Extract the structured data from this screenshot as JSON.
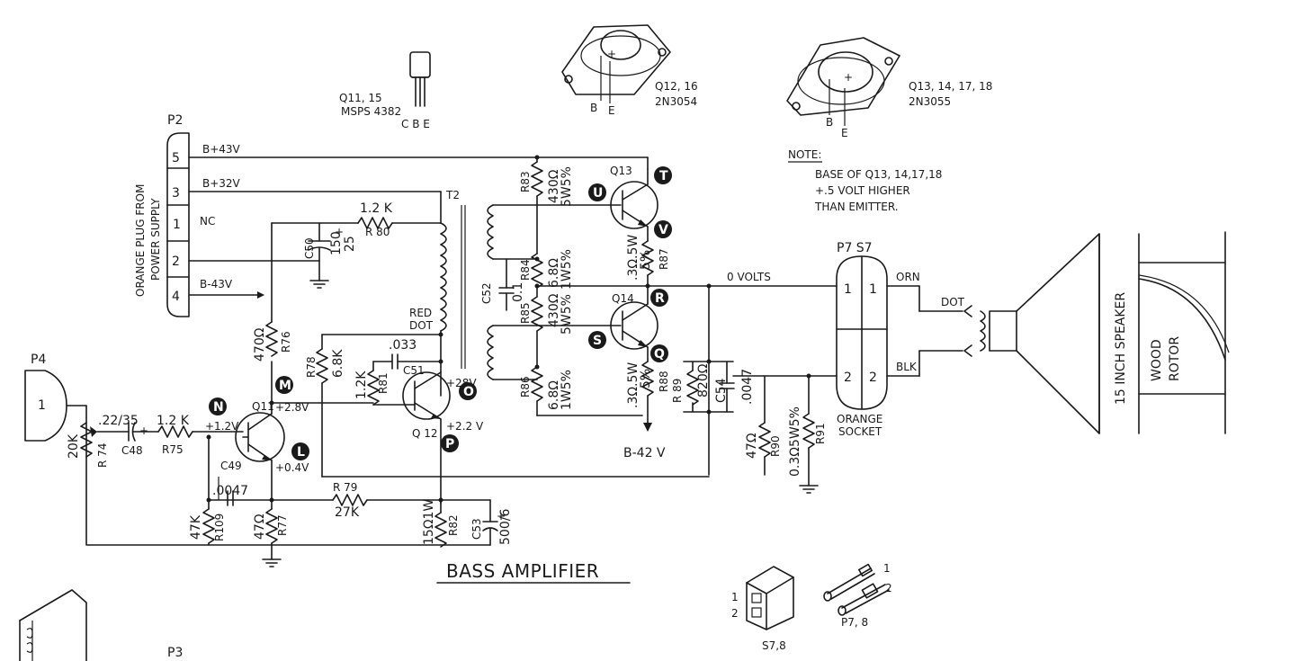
{
  "title": "BASS AMPLIFIER",
  "plugs": {
    "p2": "P2",
    "p2_pins": [
      "5",
      "3",
      "1",
      "2",
      "4"
    ],
    "p2_side": "ORANGE PLUG FROM",
    "p2_side2": "POWER SUPPLY",
    "p3": "P3",
    "p4": "P4",
    "p4_pin": "1"
  },
  "rails": {
    "b43": "B+43V",
    "b32": "B+32V",
    "nc": "NC",
    "bneg43": "B-43V",
    "bneg42": "B-42 V",
    "zero": "0 VOLTS"
  },
  "transistors": {
    "q11_15": "Q11, 15",
    "q11_15_part": "MSPS 4382",
    "cbe": "C B E",
    "q12_16": "Q12, 16",
    "q12_16_part": "2N3054",
    "q13_18": "Q13, 14, 17, 18",
    "q13_18_part": "2N3055",
    "b": "B",
    "e": "E",
    "plus": "+",
    "q11": "Q11",
    "q12": "Q 12",
    "q13": "Q13",
    "q14": "Q14"
  },
  "note": {
    "head": "NOTE:",
    "l1": "BASE OF Q13, 14,17,18",
    "l2": "+.5 VOLT HIGHER",
    "l3": "THAN EMITTER."
  },
  "components": {
    "r80": "R 80",
    "r80v": "1.2 K",
    "c50": "C50",
    "c50v1": "150",
    "c50v2": "25",
    "t2": "T2",
    "r76": "R76",
    "r76v": "470Ω",
    "reddot1": "RED",
    "reddot2": "DOT",
    "r78": "R78",
    "r78v": "6.8K",
    "r81": "R81",
    "r81v": "1.2K",
    "c51": "C51",
    "c51v": ".033",
    "r83": "R83",
    "r83v1": "430Ω",
    "r83v2": "5W5%",
    "r84": "R84",
    "r84v1": "6.8Ω",
    "r84v2": "1W5%",
    "r85": "R85",
    "r85v1": "430Ω",
    "r85v2": "5W5%",
    "r86": "R86",
    "r86v1": "6.8Ω",
    "r86v2": "1W5%",
    "c52": "C52",
    "c52v": "0.1",
    "r87": "R87",
    "r87v1": ".3Ω.5W",
    "r87v2": "5%",
    "r88": "R88",
    "r88v1": ".3Ω.5W",
    "r88v2": "5%",
    "r89": "R 89",
    "r89v": "820Ω",
    "c54": "C54",
    "c54v": ".0047",
    "r90": "R90",
    "r90v": "47Ω",
    "r91": "R91",
    "r91v": "0.3Ω5W5%",
    "c48": "C48",
    "c48v": ".22/35",
    "r75": "R75",
    "r75v": "1.2 K",
    "r74": "R 74",
    "r74v": "20K",
    "c49": "C49",
    "c49v": ".0047",
    "r79": "R 79",
    "r79v": "27K",
    "r109": "R109",
    "r109v": "47K",
    "r77": "R77",
    "r77v": "47Ω",
    "r82": "R82",
    "r82v": "15Ω1W",
    "c53": "C53",
    "c53v": "500/6"
  },
  "voltages": {
    "n": "+1.2V",
    "m": "+2.8V",
    "l": "+0.4V",
    "p": "+2.2 V",
    "o": "+28V"
  },
  "test_points": [
    "N",
    "M",
    "L",
    "O",
    "P",
    "U",
    "T",
    "V",
    "R",
    "S",
    "Q"
  ],
  "speaker": {
    "label": "15 INCH SPEAKER",
    "rotor1": "WOOD",
    "rotor2": "ROTOR",
    "p7s7": "P7  S7",
    "pin1": "1",
    "pin2": "2",
    "socket1": "ORANGE",
    "socket2": "SOCKET",
    "orn": "ORN",
    "blk": "BLK",
    "dot": "DOT"
  },
  "connectors": {
    "s78": "S7,8",
    "p78": "P7, 8",
    "n1": "1",
    "n2": "2"
  }
}
